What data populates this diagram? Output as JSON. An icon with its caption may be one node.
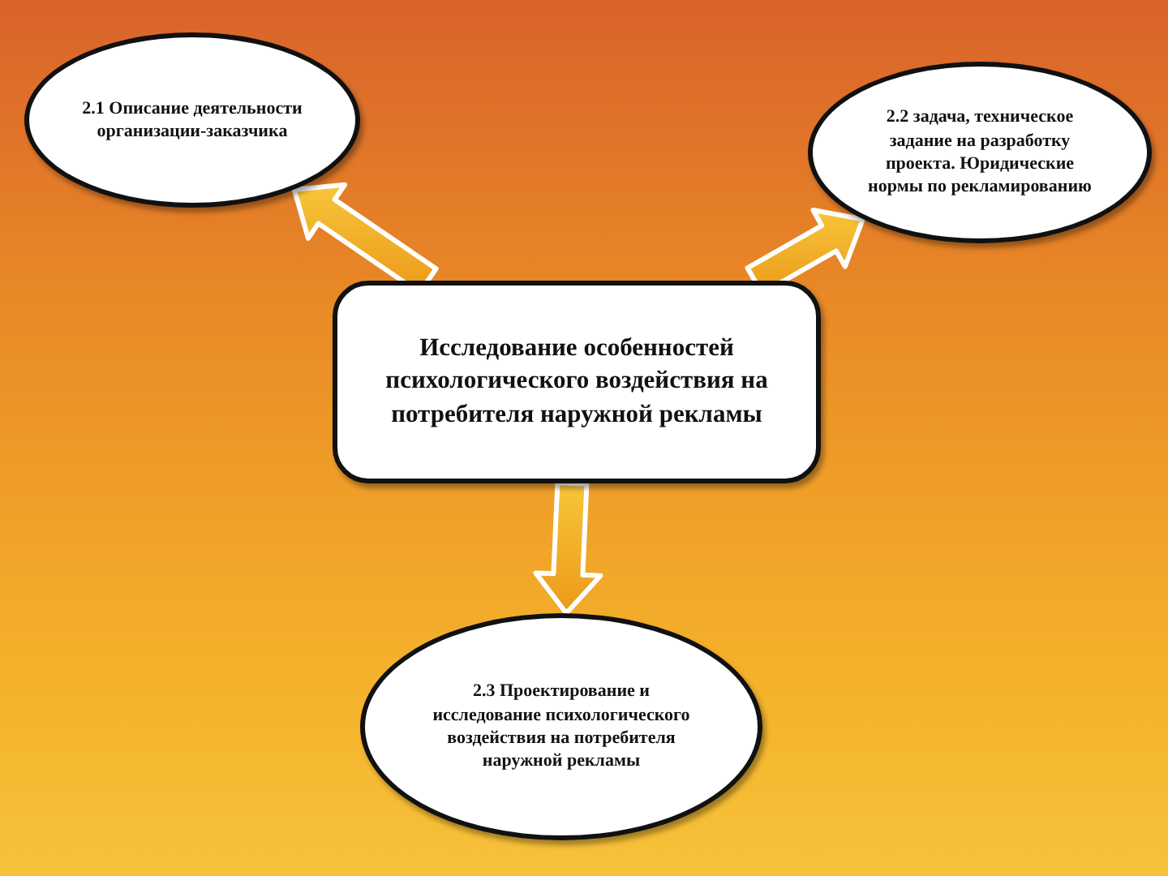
{
  "diagram": {
    "nodes": [
      {
        "text": [
          "2.1 Описание деятельности организации-заказчика"
        ]
      },
      {
        "text": [
          "2.2 задача, техническое задание на разработку проекта. Юридические нормы по рекламированию"
        ]
      },
      {
        "text": [
          "Исследование особенностей психологического воздействия на потребителя наружной рекламы"
        ]
      },
      {
        "text": [
          "2.3 Проектирование и исследование психологического воздействия на потребителя наружной рекламы"
        ]
      }
    ],
    "edges": [
      {
        "from": 2,
        "to": 0,
        "arrow": "to"
      },
      {
        "from": 2,
        "to": 1,
        "arrow": "to"
      },
      {
        "from": 2,
        "to": 3,
        "arrow": "to"
      }
    ]
  }
}
